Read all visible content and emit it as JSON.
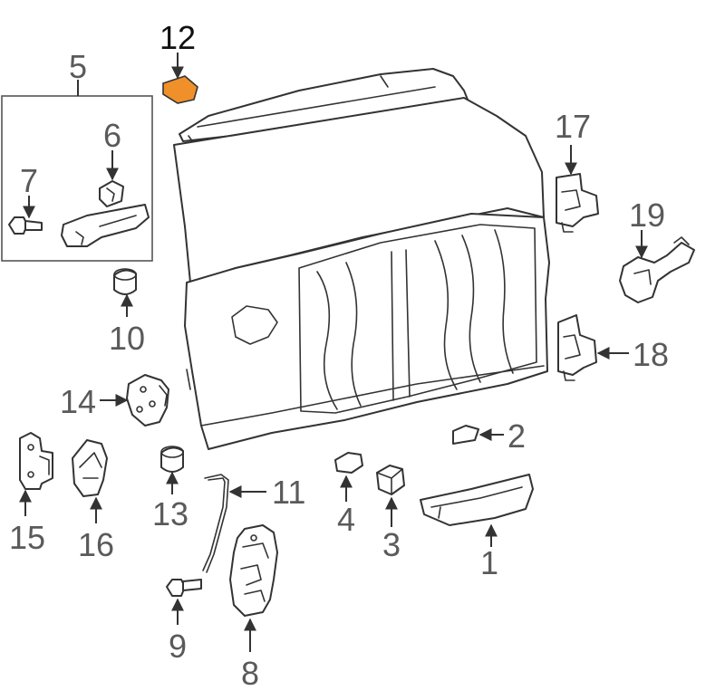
{
  "diagram": {
    "highlight_color": "#f0902a",
    "highlighted_part": "12",
    "callouts": [
      {
        "id": "p1",
        "label": "1"
      },
      {
        "id": "p2",
        "label": "2"
      },
      {
        "id": "p3",
        "label": "3"
      },
      {
        "id": "p4",
        "label": "4"
      },
      {
        "id": "p5",
        "label": "5"
      },
      {
        "id": "p6",
        "label": "6"
      },
      {
        "id": "p7",
        "label": "7"
      },
      {
        "id": "p8",
        "label": "8"
      },
      {
        "id": "p9",
        "label": "9"
      },
      {
        "id": "p10",
        "label": "10"
      },
      {
        "id": "p11",
        "label": "11"
      },
      {
        "id": "p12",
        "label": "12"
      },
      {
        "id": "p13",
        "label": "13"
      },
      {
        "id": "p14",
        "label": "14"
      },
      {
        "id": "p15",
        "label": "15"
      },
      {
        "id": "p16",
        "label": "16"
      },
      {
        "id": "p17",
        "label": "17"
      },
      {
        "id": "p18",
        "label": "18"
      },
      {
        "id": "p19",
        "label": "19"
      }
    ]
  }
}
